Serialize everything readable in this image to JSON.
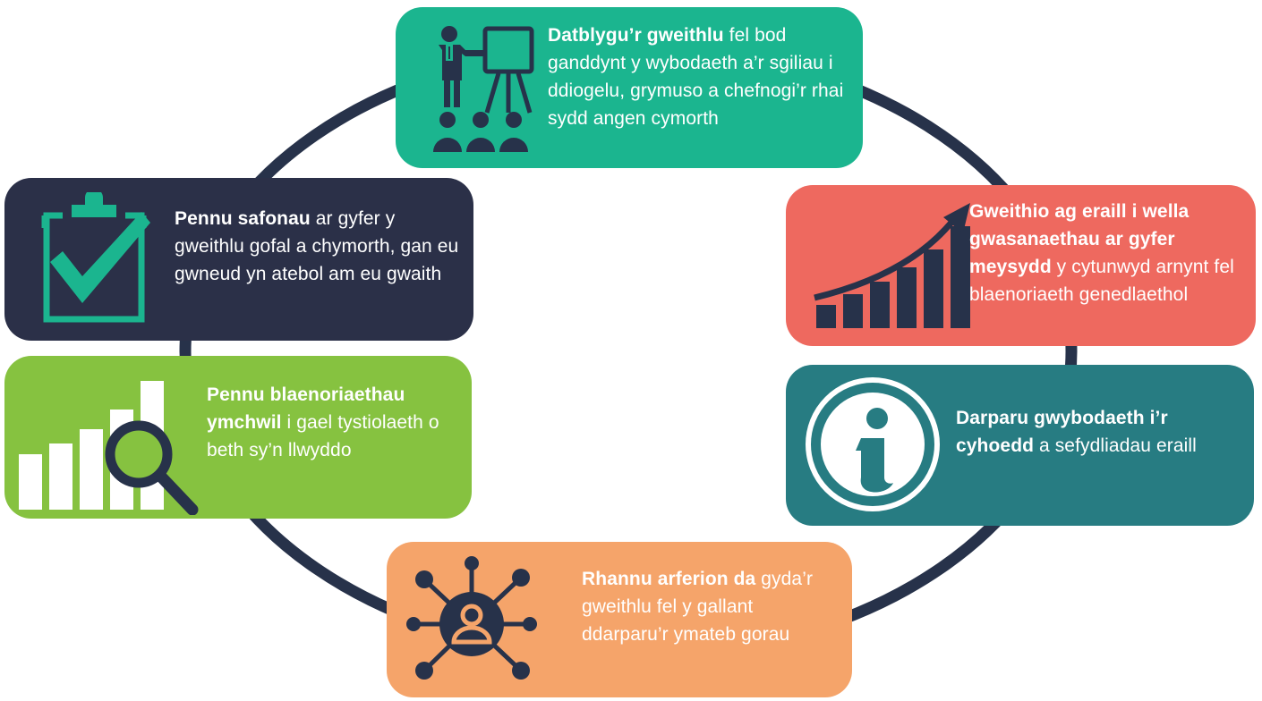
{
  "colors": {
    "ring": "#27324a",
    "workforce_card": "#1bb58f",
    "standards_card": "#2b3048",
    "research_card": "#86c240",
    "improve_card": "#ee695f",
    "info_card": "#277c82",
    "share_card": "#f5a46a",
    "icon_dark": "#27324a",
    "icon_teal": "#1bb58f"
  },
  "cards": {
    "workforce": {
      "icon": "presentation-audience-icon",
      "bold": "Datblygu’r gweithlu",
      "rest": " fel bod ganddynt y wybodaeth a’r sgiliau i ddiogelu, grymuso a chefnogi’r rhai sydd angen cymorth"
    },
    "standards": {
      "icon": "clipboard-check-icon",
      "bold": "Pennu safonau",
      "rest": " ar gyfer y gweithlu gofal a chymorth, gan eu  gwneud yn atebol am eu gwaith"
    },
    "research": {
      "icon": "bar-chart-magnifier-icon",
      "bold": "Pennu blaenoriaethau ymchwil",
      "rest": " i gael tystiolaeth o beth sy’n llwyddo"
    },
    "improve": {
      "icon": "rising-chart-arrow-icon",
      "bold": "Gweithio ag eraill i wella gwasanaethau ar gyfer meysydd",
      "rest": " y cytunwyd arnynt fel blaenoriaeth genedlaethol"
    },
    "info": {
      "icon": "info-circle-icon",
      "bold": "Darparu gwybodaeth i’r cyhoedd",
      "rest": " a sefydliadau eraill"
    },
    "share": {
      "icon": "person-network-icon",
      "bold": "Rhannu arferion da",
      "rest": " gyda’r gweithlu fel y gallant ddarparu’r ymateb gorau"
    }
  }
}
